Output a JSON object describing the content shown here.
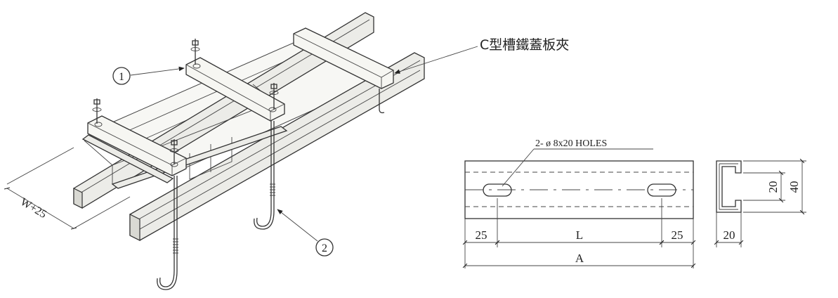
{
  "labels": {
    "callout_1": "1",
    "callout_2": "2",
    "clip_title": "C型槽鐵蓋板夾",
    "width_label": "W+25",
    "holes_label": "2- ø 8x20  HOLES",
    "dim_left": "25",
    "dim_middle": "L",
    "dim_right": "25",
    "dim_total": "A",
    "dim_slot": "20",
    "dim_height": "40",
    "dim_width": "20"
  },
  "colors": {
    "line": "#333333",
    "beam_fill": "#ecece8",
    "background": "#ffffff"
  }
}
